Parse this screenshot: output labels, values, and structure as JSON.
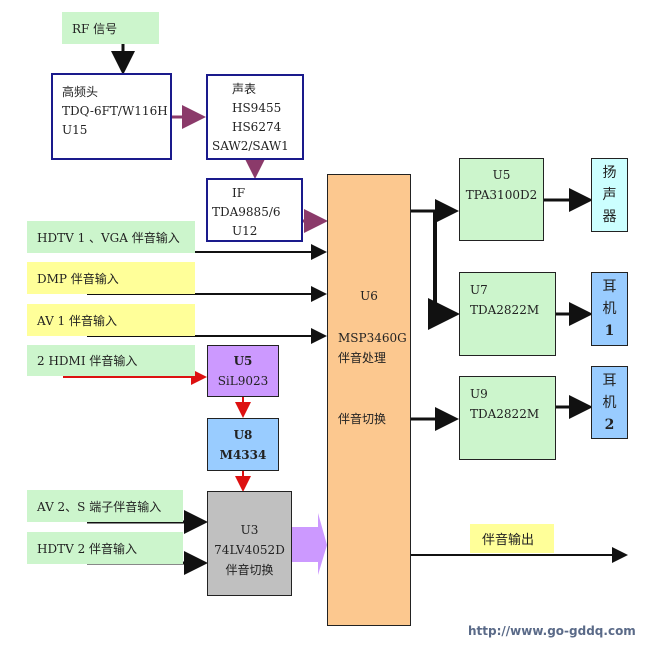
{
  "inputs": {
    "rf": "RF 信号",
    "hdtv1_vga": "HDTV 1 、VGA 伴音输入",
    "dmp": "DMP 伴音输入",
    "av1": "AV 1 伴音输入",
    "hdmi2": "2 HDMI 伴音输入",
    "av2_s": "AV 2、S 端子伴音输入",
    "hdtv2": "HDTV 2 伴音输入"
  },
  "blocks": {
    "tuner": {
      "line1": "高频头",
      "line2": "TDQ-6FT/W116H",
      "line3": "U15"
    },
    "saw": {
      "line1": "声表",
      "line2": "HS9455",
      "line3": "HS6274",
      "line4": "SAW2/SAW1"
    },
    "if": {
      "line1": "IF",
      "line2": "TDA9885/6",
      "line3": "U12"
    },
    "hdmi_rx": {
      "line1": "U5",
      "line2": "SiL9023"
    },
    "u8": {
      "line1": "U8",
      "line2": "M4334"
    },
    "switch": {
      "line1": "U3",
      "line2": "74LV4052D",
      "line3": "伴音切换"
    },
    "main": {
      "line1": "U6",
      "line2": "MSP3460G",
      "line3": "伴音处理",
      "line4": "伴音切换"
    },
    "amp_speaker": {
      "line1": "U5",
      "line2": "TPA3100D2"
    },
    "amp_hp1": {
      "line1": "U7",
      "line2": "TDA2822M"
    },
    "amp_hp2": {
      "line1": "U9",
      "line2": "TDA2822M"
    }
  },
  "outputs": {
    "speaker": [
      "扬",
      "声",
      "器"
    ],
    "headphone1": [
      "耳",
      "机",
      "1"
    ],
    "headphone2": [
      "耳",
      "机",
      "2"
    ],
    "audio_out": "伴音输出"
  },
  "footer": {
    "url": "http://www.go-gddq.com"
  },
  "colors": {
    "green_label": "#ccf5cc",
    "yellow_label": "#ffff99",
    "main_block": "#fcc88f",
    "hdmi_block": "#cc99ff",
    "u8_block": "#99ccff",
    "switch_block": "#c0c0c0",
    "output_cyan": "#ccffff",
    "output_blue": "#99ccff",
    "rf_path_arrow": "#8b3a6a",
    "hdmi_path_arrow": "#dd1111",
    "bus_arrow": "#cc99ff"
  }
}
